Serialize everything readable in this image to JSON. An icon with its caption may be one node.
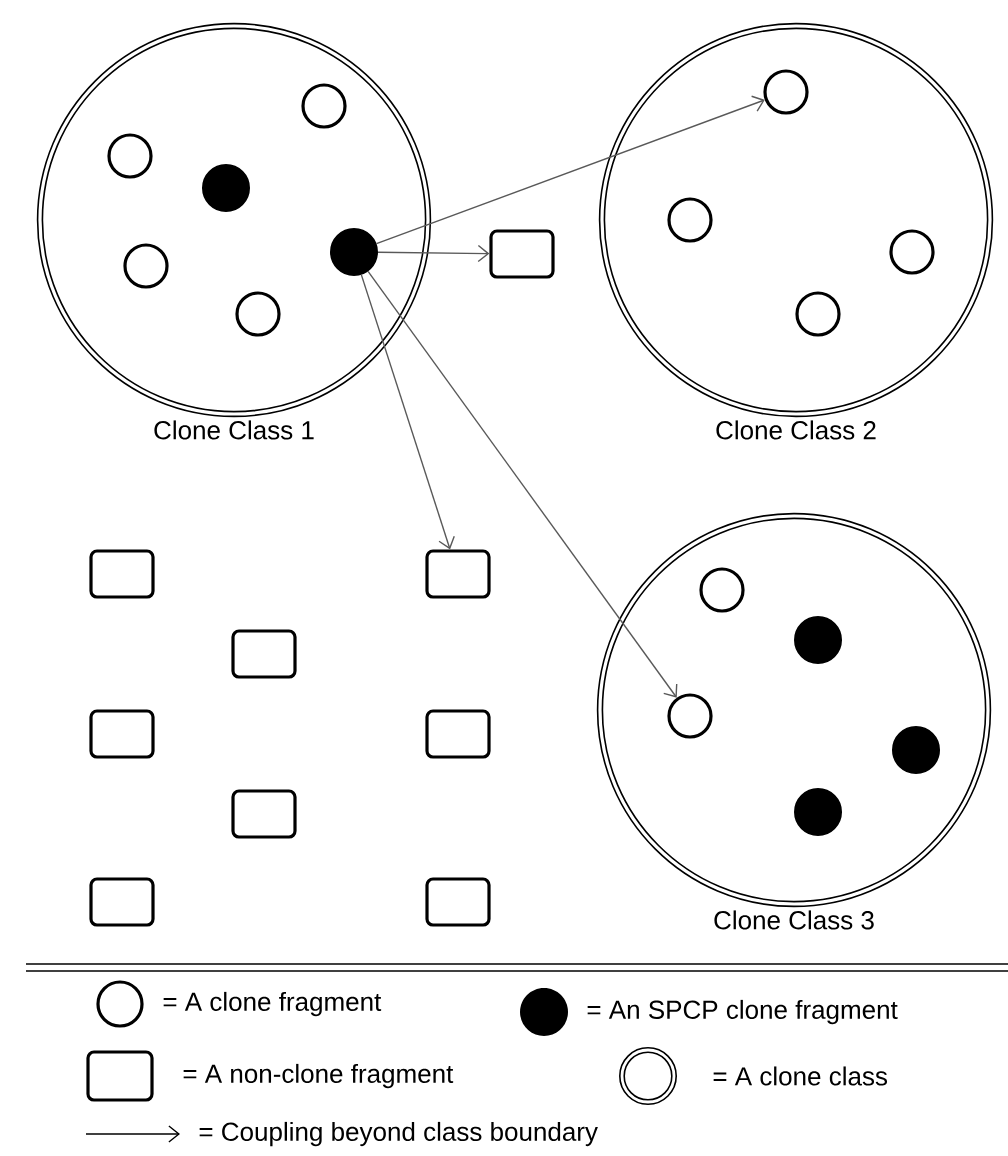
{
  "diagram": {
    "nodes": [
      {
        "text": [
          "Clone Class 1"
        ]
      },
      {
        "text": [],
        "shape": "circle",
        "in": 0
      },
      {
        "text": [],
        "shape": "circle",
        "in": 0
      },
      {
        "text": [],
        "shape": "dot",
        "in": 0
      },
      {
        "text": [],
        "shape": "dot",
        "in": 0
      },
      {
        "text": [],
        "shape": "circle",
        "in": 0
      },
      {
        "text": [],
        "shape": "circle",
        "in": 0
      },
      {
        "text": [
          "Clone Class 2"
        ]
      },
      {
        "text": [],
        "shape": "circle",
        "in": 7
      },
      {
        "text": [],
        "shape": "circle",
        "in": 7
      },
      {
        "text": [],
        "shape": "circle",
        "in": 7
      },
      {
        "text": [],
        "shape": "circle",
        "in": 7
      },
      {
        "text": [],
        "shape": "box"
      },
      {
        "text": [],
        "shape": "box"
      },
      {
        "text": [],
        "shape": "box"
      },
      {
        "text": [],
        "shape": "box"
      },
      {
        "text": [],
        "shape": "box"
      },
      {
        "text": [],
        "shape": "box"
      },
      {
        "text": [],
        "shape": "box"
      },
      {
        "text": [],
        "shape": "box"
      },
      {
        "text": [],
        "shape": "box"
      },
      {
        "text": [
          "Clone Class 3"
        ]
      },
      {
        "text": [],
        "shape": "circle",
        "in": 21
      },
      {
        "text": [],
        "shape": "dot",
        "in": 21
      },
      {
        "text": [],
        "shape": "circle",
        "in": 21
      },
      {
        "text": [],
        "shape": "dot",
        "in": 21
      },
      {
        "text": [],
        "shape": "dot",
        "in": 21
      }
    ],
    "edges": [
      {
        "from": 4,
        "to": 8,
        "arrow": "to"
      },
      {
        "from": 4,
        "to": 12,
        "arrow": "to"
      },
      {
        "from": 4,
        "to": 14,
        "arrow": "to"
      },
      {
        "from": 4,
        "to": 24,
        "arrow": "to"
      }
    ],
    "legend": [
      {
        "text": "= A clone fragment"
      },
      {
        "text": "= An SPCP clone fragment"
      },
      {
        "text": "= A non-clone fragment"
      },
      {
        "text": "= A clone class"
      },
      {
        "text": "= Coupling beyond class boundary"
      }
    ]
  }
}
